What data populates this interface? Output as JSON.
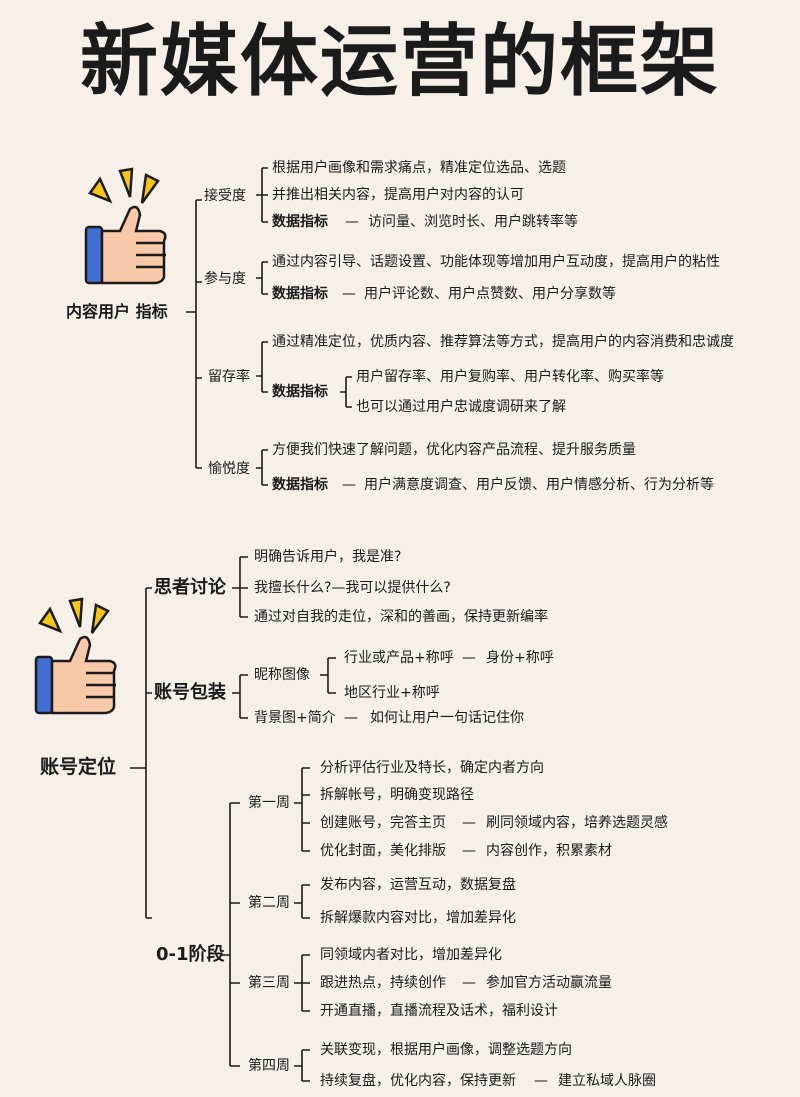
{
  "title": "新媒体运营的框架",
  "section1": {
    "root": "内容用户 指标",
    "dash": "—",
    "acceptance": {
      "label": "接受度",
      "line1": "根据用户画像和需求痛点，精准定位选品、选题",
      "line2": "并推出相关内容，提高用户对内容的认可",
      "data_label": "数据指标",
      "data_value": "访问量、浏览时长、用户跳转率等"
    },
    "participation": {
      "label": "参与度",
      "line1": "通过内容引导、话题设置、功能体现等增加用户互动度，提高用户的粘性",
      "data_label": "数据指标",
      "data_value": "用户评论数、用户点赞数、用户分享数等"
    },
    "retention": {
      "label": "留存率",
      "line1": "通过精准定位，优质内容、推荐算法等方式，提高用户的内容消费和忠诚度",
      "data_label": "数据指标",
      "data_value1": "用户留存率、用户复购率、用户转化率、购买率等",
      "data_value2": "也可以通过用户忠诚度调研来了解"
    },
    "pleasure": {
      "label": "愉悦度",
      "line1": "方便我们快速了解问题，优化内容产品流程、提升服务质量",
      "data_label": "数据指标",
      "data_value": "用户满意度调查、用户反馈、用户情感分析、行为分析等"
    }
  },
  "section2": {
    "root": "账号定位",
    "dash": "—",
    "thinker": {
      "label": "思者讨论",
      "items": [
        "明确告诉用户，我是准?",
        "我擅长什么?—我可以提供什么?",
        "通过对自我的走位，深和的善画，保持更新编率"
      ]
    },
    "packaging": {
      "label": "账号包装",
      "nickname_label": "昵称图像",
      "nick1a": "行业或产品+称呼",
      "nick1b": "身份+称呼",
      "nick2": "地区行业+称呼",
      "bg_a": "背景图+简介",
      "bg_b": "如何让用户一句话记住你"
    },
    "stage": {
      "label": "0-1阶段",
      "week1": {
        "label": "第一周",
        "l1": "分析评估行业及特长，确定内者方向",
        "l2": "拆解帐号，明确变现路径",
        "l3a": "创建账号，完答主页",
        "l3b": "刷同领域内容，培养选题灵感",
        "l4a": "优化封面，美化排版",
        "l4b": "内容创作，积累素材"
      },
      "week2": {
        "label": "第二周",
        "l1": "发布内容，运营互动，数据复盘",
        "l2": "拆解爆款内容对比，增加差异化"
      },
      "week3": {
        "label": "第三周",
        "l1": "同领域内者对比，增加差异化",
        "l2a": "跟进热点，持续创作",
        "l2b": "参加官方活动赢流量",
        "l3": "开通直播，直播流程及话术，福利设计"
      },
      "week4": {
        "label": "第四周",
        "l1": "关联变现，根据用户画像，调整选题方向",
        "l2a": "持续复盘，优化内容，保持更新",
        "l2b": "建立私域人脉圈"
      }
    }
  },
  "colors": {
    "background": "#f6f0e9",
    "thumb_skin": "#f7c9a8",
    "cuff": "#3f6fd1",
    "burst": "#f5c518"
  },
  "icons": [
    "thumbs-up-icon",
    "thumbs-up-icon"
  ]
}
